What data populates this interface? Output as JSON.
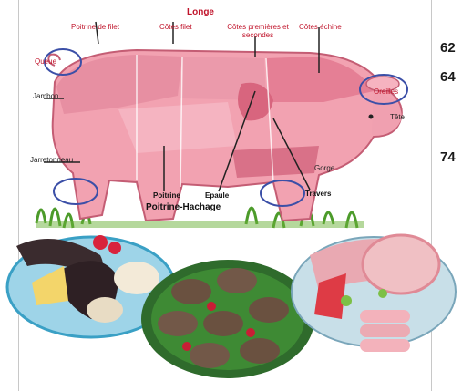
{
  "diagram": {
    "title": "Longe",
    "labels": {
      "top1": "Poitrine de filet",
      "top2": "Côtes filet",
      "top3": "Côtes premières et secondes",
      "top4": "Côtes échine",
      "queue": "Queue",
      "jambon": "Jambon",
      "jarret": "Jarretonneau",
      "poitrine": "Poitrine",
      "epaule": "Epaule",
      "poitrine_hachage": "Poitrine-Hachage",
      "gorge": "Gorge",
      "travers": "Travers",
      "oreilles": "Oreilles",
      "tete": "Tête"
    }
  },
  "side_numbers": [
    "62",
    "64",
    "74"
  ],
  "colors": {
    "pig_light": "#f2a2b1",
    "pig_mid": "#e07f93",
    "pig_dark": "#c45d74",
    "circle": "#3b4fa7",
    "label_red": "#c0142b",
    "grass": "#4c9b2a",
    "plate_blue": "#3aa0c5"
  }
}
